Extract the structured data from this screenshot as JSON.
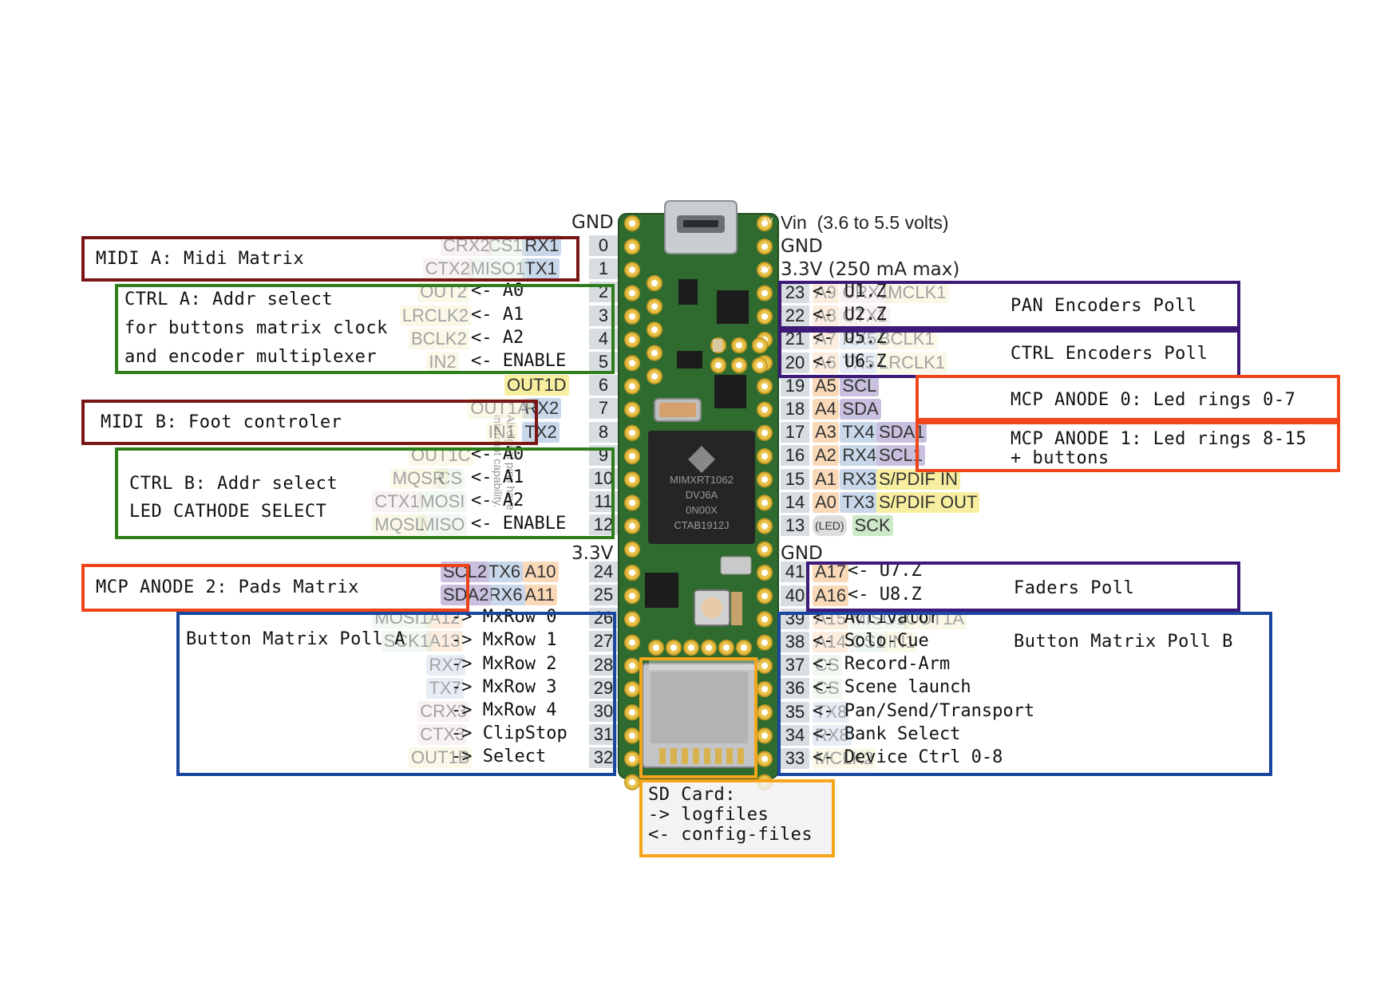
{
  "power": {
    "gnd_left": "GND",
    "vin": "Vin  (3.6 to 5.5 volts)",
    "gnd_right": "GND",
    "v33_right": "3.3V (250 mA max)",
    "v33_left": "3.3V",
    "gnd_right2": "GND"
  },
  "board": {
    "chip_line1": "MIMXRT1062",
    "chip_line2": "DVJ6A",
    "chip_line3": "0N00X",
    "chip_line4": "CTAB1912J",
    "side_note_line1": "All digital pins have",
    "side_note_line2": "interrupt capability."
  },
  "left_pins": [
    {
      "num": "0",
      "labels": [
        {
          "t": "CRX2",
          "c": "#f1e3e3",
          "f": true
        },
        {
          "t": "CS1",
          "c": "#e2efe2",
          "f": true
        },
        {
          "t": "RX1",
          "c": "#c8d8ea"
        }
      ]
    },
    {
      "num": "1",
      "labels": [
        {
          "t": "CTX2",
          "c": "#f1e3e3",
          "f": true
        },
        {
          "t": "MISO1",
          "c": "#e2efe2",
          "f": true
        },
        {
          "t": "TX1",
          "c": "#c8d8ea"
        }
      ]
    },
    {
      "num": "2",
      "labels": [
        {
          "t": "OUT2",
          "c": "#f5f0c8",
          "f": true
        }
      ],
      "annot": "<- A0"
    },
    {
      "num": "3",
      "labels": [
        {
          "t": "LRCLK2",
          "c": "#f5f0c8",
          "f": true
        }
      ],
      "annot": "<- A1"
    },
    {
      "num": "4",
      "labels": [
        {
          "t": "BCLK2",
          "c": "#f5f0c8",
          "f": true
        }
      ],
      "annot": "<- A2"
    },
    {
      "num": "5",
      "labels": [
        {
          "t": "IN2",
          "c": "#f5f0c8",
          "f": true
        }
      ],
      "annot": "<- ENABLE"
    },
    {
      "num": "6",
      "labels": [
        {
          "t": "OUT1D",
          "c": "#f7ef9f"
        }
      ]
    },
    {
      "num": "7",
      "labels": [
        {
          "t": "OUT1A",
          "c": "#f5f0c8",
          "f": true
        },
        {
          "t": "RX2",
          "c": "#c8d8ea"
        }
      ]
    },
    {
      "num": "8",
      "labels": [
        {
          "t": "IN1",
          "c": "#f5f0c8",
          "f": true
        },
        {
          "t": "TX2",
          "c": "#c8d8ea"
        }
      ]
    },
    {
      "num": "9",
      "labels": [
        {
          "t": "OUT1C",
          "c": "#f5f0c8",
          "f": true
        }
      ],
      "annot": "<- A0"
    },
    {
      "num": "10",
      "labels": [
        {
          "t": "MQSR",
          "c": "#f5f0c8",
          "f": true
        },
        {
          "t": "CS",
          "c": "#e2efe2",
          "f": true
        }
      ],
      "annot": "<- A1"
    },
    {
      "num": "11",
      "labels": [
        {
          "t": "CTX1",
          "c": "#f1e3e3",
          "f": true
        },
        {
          "t": "MOSI",
          "c": "#e2efe2",
          "f": true
        }
      ],
      "annot": "<- A2"
    },
    {
      "num": "12",
      "labels": [
        {
          "t": "MQSL",
          "c": "#f5f0c8",
          "f": true
        },
        {
          "t": "MISO",
          "c": "#e2efe2",
          "f": true
        }
      ],
      "annot": "<- ENABLE"
    },
    {
      "num": "24",
      "labels": [
        {
          "t": "SCL2",
          "c": "#c8c0de"
        },
        {
          "t": "TX6",
          "c": "#c8d8ea"
        },
        {
          "t": "A10",
          "c": "#fad9b8"
        }
      ]
    },
    {
      "num": "25",
      "labels": [
        {
          "t": "SDA2",
          "c": "#c8c0de"
        },
        {
          "t": "RX6",
          "c": "#c8d8ea"
        },
        {
          "t": "A11",
          "c": "#fad9b8"
        }
      ]
    },
    {
      "num": "26",
      "labels": [
        {
          "t": "MOSI1",
          "c": "#e2efe2",
          "f": true
        },
        {
          "t": "A12",
          "c": "#fad9b8",
          "f": true
        }
      ],
      "annot": "-> MxRow 0"
    },
    {
      "num": "27",
      "labels": [
        {
          "t": "SCK1",
          "c": "#e2efe2",
          "f": true
        },
        {
          "t": "A13",
          "c": "#fad9b8",
          "f": true
        }
      ],
      "annot": "-> MxRow 1"
    },
    {
      "num": "28",
      "labels": [
        {
          "t": "RX7",
          "c": "#c8d8ea",
          "f": true
        }
      ],
      "annot": "-> MxRow 2"
    },
    {
      "num": "29",
      "labels": [
        {
          "t": "TX7",
          "c": "#c8d8ea",
          "f": true
        }
      ],
      "annot": "-> MxRow 3"
    },
    {
      "num": "30",
      "labels": [
        {
          "t": "CRX3",
          "c": "#f1e3e3",
          "f": true
        }
      ],
      "annot": "-> MxRow 4"
    },
    {
      "num": "31",
      "labels": [
        {
          "t": "CTX3",
          "c": "#f1e3e3",
          "f": true
        }
      ],
      "annot": "-> ClipStop"
    },
    {
      "num": "32",
      "labels": [
        {
          "t": "OUT1B",
          "c": "#f5f0c8",
          "f": true
        }
      ],
      "annot": "-> Select"
    }
  ],
  "right_pins": [
    {
      "num": "23",
      "labels": [
        {
          "t": "A9",
          "c": "#fad9b8",
          "f": true
        },
        {
          "t": "CRX1",
          "c": "#f1e3e3",
          "f": true
        },
        {
          "t": "MCLK1",
          "c": "#f5f0c8",
          "f": true
        }
      ],
      "annot": "<- U1.Z"
    },
    {
      "num": "22",
      "labels": [
        {
          "t": "A8",
          "c": "#fad9b8",
          "f": true
        },
        {
          "t": "CTX1",
          "c": "#f1e3e3",
          "f": true
        }
      ],
      "annot": "<- U2.Z"
    },
    {
      "num": "21",
      "labels": [
        {
          "t": "A7",
          "c": "#fad9b8",
          "f": true
        },
        {
          "t": "RX5",
          "c": "#c8d8ea",
          "f": true
        },
        {
          "t": "BCLK1",
          "c": "#f5f0c8",
          "f": true
        }
      ],
      "annot": "<- U5.Z"
    },
    {
      "num": "20",
      "labels": [
        {
          "t": "A6",
          "c": "#fad9b8",
          "f": true
        },
        {
          "t": "TX5",
          "c": "#c8d8ea",
          "f": true
        },
        {
          "t": "LRCLK1",
          "c": "#f5f0c8",
          "f": true
        }
      ],
      "annot": "<- U6.Z"
    },
    {
      "num": "19",
      "labels": [
        {
          "t": "A5",
          "c": "#fad9b8"
        },
        {
          "t": "SCL",
          "c": "#c8c0de"
        }
      ]
    },
    {
      "num": "18",
      "labels": [
        {
          "t": "A4",
          "c": "#fad9b8"
        },
        {
          "t": "SDA",
          "c": "#c8c0de"
        }
      ]
    },
    {
      "num": "17",
      "labels": [
        {
          "t": "A3",
          "c": "#fad9b8"
        },
        {
          "t": "TX4",
          "c": "#c8d8ea"
        },
        {
          "t": "SDA1",
          "c": "#c8c0de"
        }
      ]
    },
    {
      "num": "16",
      "labels": [
        {
          "t": "A2",
          "c": "#fad9b8"
        },
        {
          "t": "RX4",
          "c": "#c8d8ea"
        },
        {
          "t": "SCL1",
          "c": "#c8c0de"
        }
      ]
    },
    {
      "num": "15",
      "labels": [
        {
          "t": "A1",
          "c": "#fad9b8"
        },
        {
          "t": "RX3",
          "c": "#c8d8ea"
        },
        {
          "t": "S/PDIF IN",
          "c": "#f7ef9f"
        }
      ]
    },
    {
      "num": "14",
      "labels": [
        {
          "t": "A0",
          "c": "#fad9b8"
        },
        {
          "t": "TX3",
          "c": "#c8d8ea"
        },
        {
          "t": "S/PDIF OUT",
          "c": "#f7ef9f"
        }
      ]
    },
    {
      "num": "13",
      "labels": [
        {
          "t": "(LED)",
          "c": "#dddddd",
          "small": true
        },
        {
          "t": "SCK",
          "c": "#cde8c8"
        }
      ]
    },
    {
      "num": "41",
      "labels": [
        {
          "t": "A17",
          "c": "#fad9b8"
        }
      ],
      "annot": "<- U7.Z"
    },
    {
      "num": "40",
      "labels": [
        {
          "t": "A16",
          "c": "#fad9b8"
        }
      ],
      "annot": "<- U8.Z"
    },
    {
      "num": "39",
      "labels": [
        {
          "t": "A15",
          "c": "#fad9b8",
          "f": true
        },
        {
          "t": "MISO1",
          "c": "#e2efe2",
          "f": true
        },
        {
          "t": "OUT1A",
          "c": "#f5f0c8",
          "f": true
        }
      ],
      "annot": "<- Activator"
    },
    {
      "num": "38",
      "labels": [
        {
          "t": "A14",
          "c": "#fad9b8",
          "f": true
        },
        {
          "t": "CS1",
          "c": "#e2efe2",
          "f": true
        },
        {
          "t": "IN1",
          "c": "#f5f0c8",
          "f": true
        }
      ],
      "annot": "<- Solo-Cue"
    },
    {
      "num": "37",
      "labels": [
        {
          "t": "CS",
          "c": "#e2efe2",
          "f": true
        }
      ],
      "annot": "<- Record-Arm"
    },
    {
      "num": "36",
      "labels": [
        {
          "t": "CS",
          "c": "#e2efe2",
          "f": true
        }
      ],
      "annot": "<- Scene launch"
    },
    {
      "num": "35",
      "labels": [
        {
          "t": "TX8",
          "c": "#c8d8ea",
          "f": true
        }
      ],
      "annot": "<- Pan/Send/Transport"
    },
    {
      "num": "34",
      "labels": [
        {
          "t": "RX8",
          "c": "#c8d8ea",
          "f": true
        }
      ],
      "annot": "<- Bank Select"
    },
    {
      "num": "33",
      "labels": [
        {
          "t": "MCLK2",
          "c": "#f5f0c8",
          "f": true
        }
      ],
      "annot": "<- Device Ctrl 0-8"
    }
  ],
  "boxes": {
    "midi_a": "MIDI A: Midi Matrix",
    "ctrl_a_line1": "CTRL A: Addr select",
    "ctrl_a_line2": "for buttons matrix clock",
    "ctrl_a_line3": "and encoder multiplexer",
    "midi_b": "MIDI B: Foot controler",
    "ctrl_b_line1": "CTRL B: Addr select",
    "ctrl_b_line2": "LED CATHODE SELECT",
    "mcp_anode_2": "MCP ANODE 2: Pads Matrix",
    "button_poll_a": "Button Matrix Poll A",
    "pan_encoders": "PAN Encoders Poll",
    "ctrl_encoders": "CTRL Encoders Poll",
    "mcp_anode_0": "MCP ANODE 0: Led rings 0-7",
    "mcp_anode_1_line1": "MCP ANODE 1: Led rings 8-15",
    "mcp_anode_1_line2": "+ buttons",
    "faders": "Faders Poll",
    "button_poll_b": "Button Matrix Poll B",
    "sd_line1": "SD Card:",
    "sd_line2": "-> logfiles",
    "sd_line3": "<- config-files"
  },
  "colors": {
    "midi_border": "#7a1515",
    "ctrl_border": "#2f7d1c",
    "mcp_border": "#f0451a",
    "poll_border": "#3d1a78",
    "button_border": "#1846a0",
    "sd_border": "#f5a51a",
    "board": "#2f6b2f"
  }
}
